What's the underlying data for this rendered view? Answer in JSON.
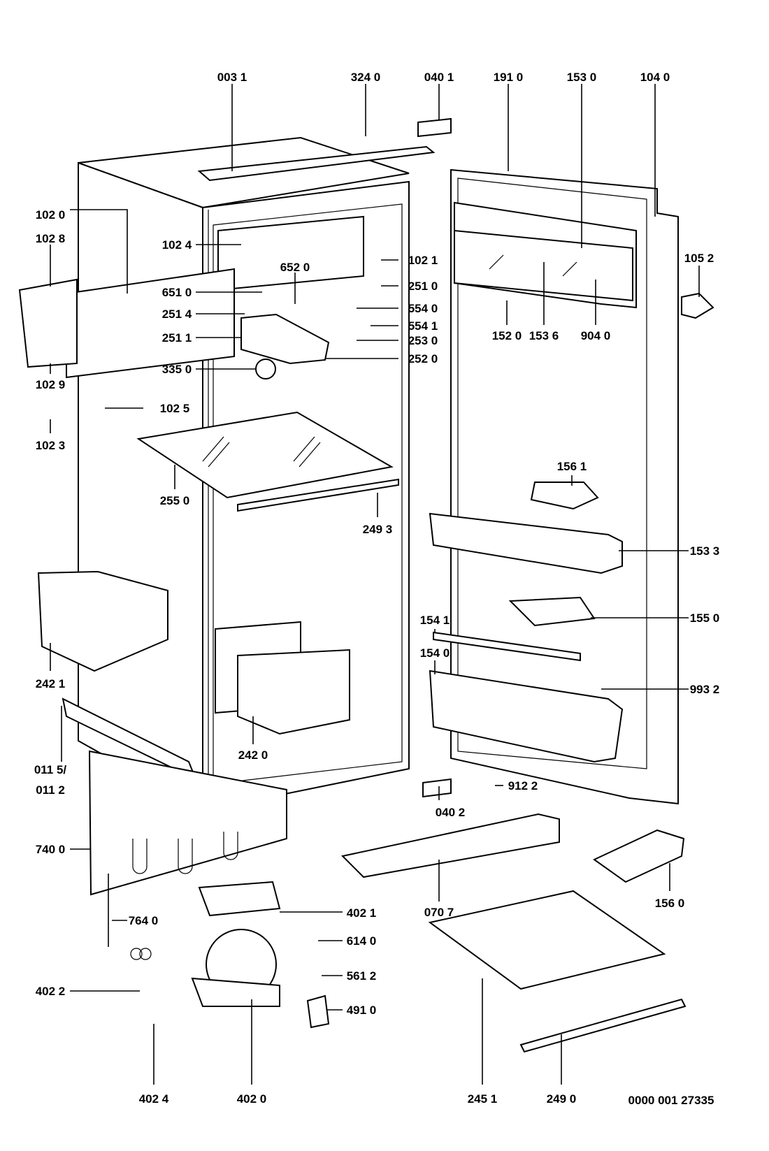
{
  "diagram": {
    "type": "exploded parts diagram (refrigerator)",
    "drawing_number": "0000 001 27335",
    "part_labels": [
      "003 1",
      "324 0",
      "040 1",
      "191 0",
      "153 0",
      "104 0",
      "102 0",
      "102 8",
      "102 4",
      "651 0",
      "652 0",
      "251 4",
      "251 1",
      "335 0",
      "102 9",
      "102 5",
      "102 3",
      "255 0",
      "249 3",
      "242 1",
      "242 0",
      "011 5/",
      "011 2",
      "740 0",
      "764 0",
      "402 2",
      "402 4",
      "402 0",
      "402 1",
      "614 0",
      "561 2",
      "491 0",
      "070 7",
      "245 1",
      "249 0",
      "040 2",
      "912 2",
      "102 1",
      "251 0",
      "554 0",
      "554 1",
      "253 0",
      "252 0",
      "152 0",
      "153 6",
      "904 0",
      "105 2",
      "156 1",
      "153 3",
      "155 0",
      "154 1",
      "154 0",
      "993 2",
      "156 0"
    ]
  }
}
